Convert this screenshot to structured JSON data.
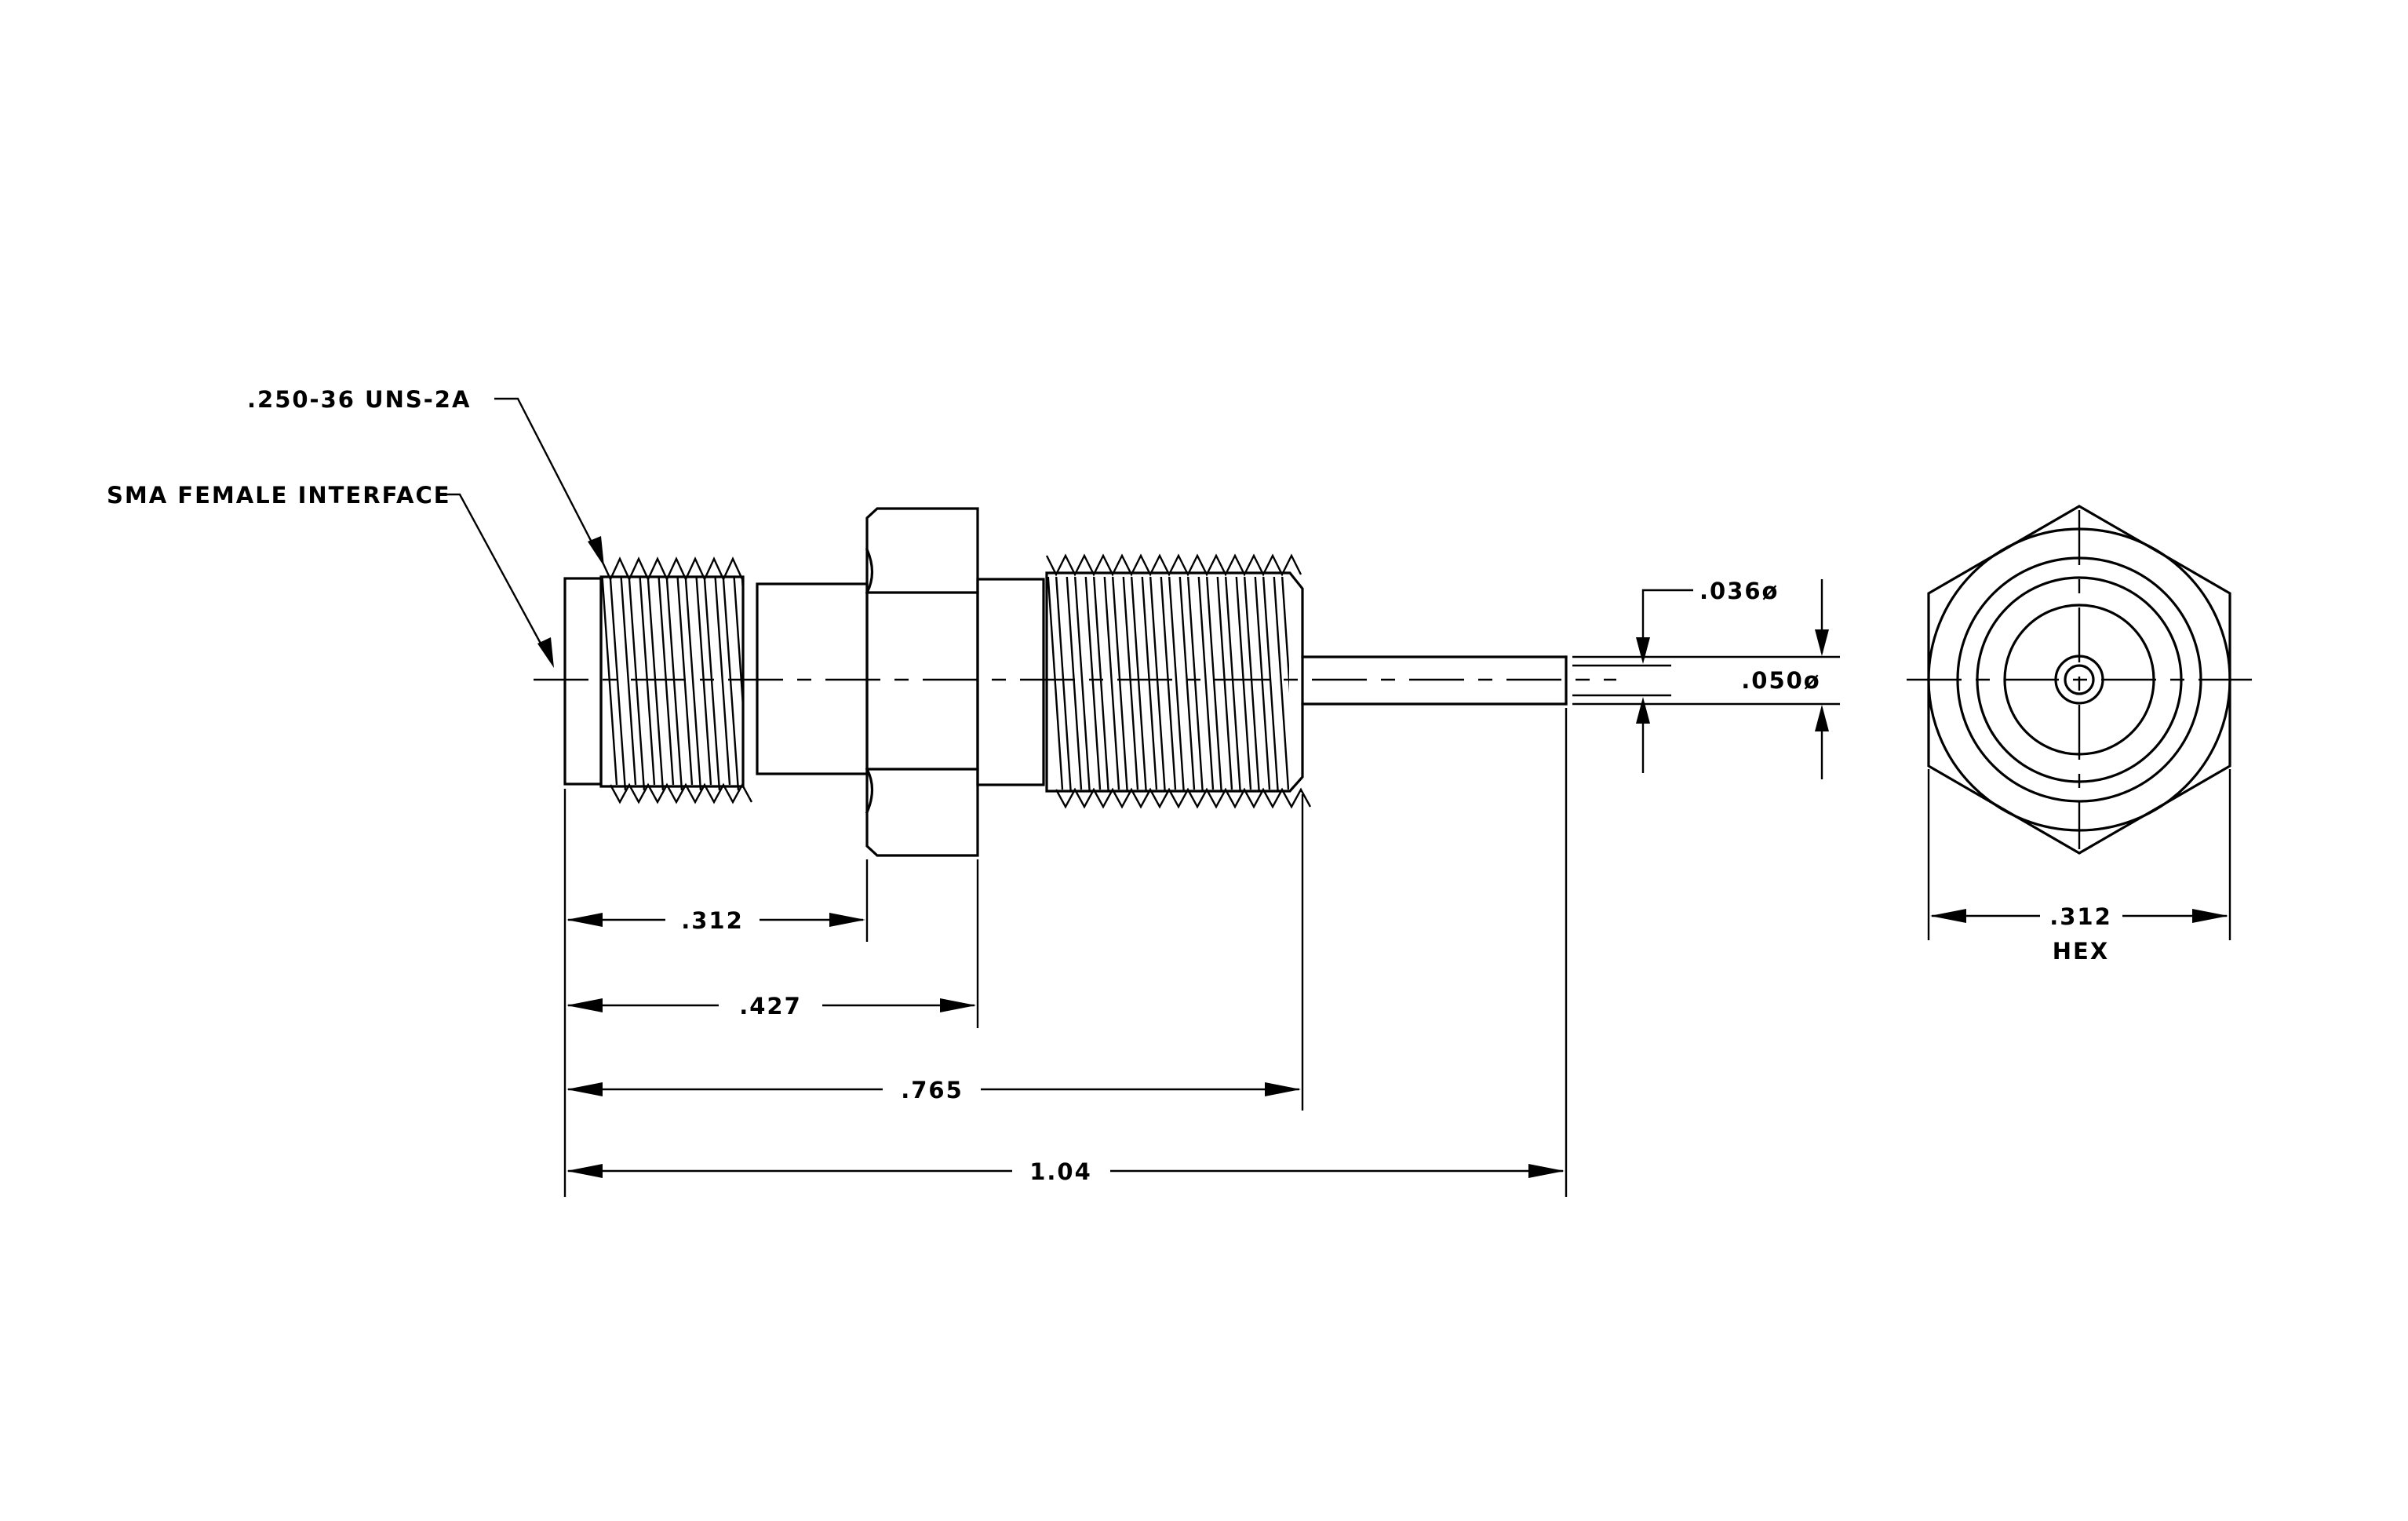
{
  "callouts": {
    "thread_spec": ".250-36 UNS-2A",
    "interface": "SMA FEMALE INTERFACE"
  },
  "dimensions": {
    "length_to_hex": ".312",
    "length_to_hex_end": ".427",
    "length_body": ".765",
    "length_overall": "1.04",
    "pin_diameter_inner": ".036ø",
    "pin_diameter_outer": ".050ø",
    "hex_size": ".312",
    "hex_label": "HEX"
  },
  "colors": {
    "line": "#000000",
    "background": "#ffffff"
  }
}
